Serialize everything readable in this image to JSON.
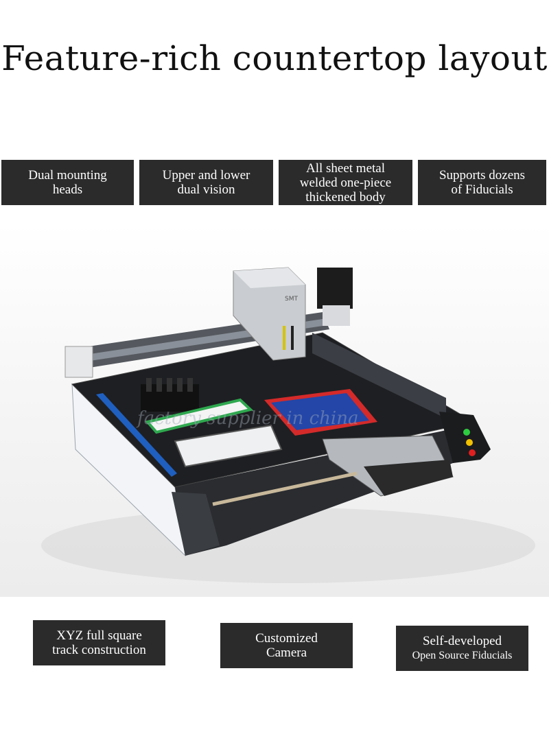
{
  "title": "Feature-rich countertop layout",
  "top_features": [
    {
      "line1": "Dual mounting",
      "line2": "heads"
    },
    {
      "line1": "Upper and lower",
      "line2": "dual vision"
    },
    {
      "line1": "All sheet metal",
      "line2": "welded one-piece",
      "line3": "thickened body"
    },
    {
      "line1": "Supports dozens",
      "line2": "of Fiducials"
    }
  ],
  "bottom_features": [
    {
      "line1": "XYZ full square",
      "line2": "track construction"
    },
    {
      "line1": "Customized",
      "line2": "Camera"
    },
    {
      "line1": "Self-developed",
      "line2": "Open Source Fiducials"
    }
  ],
  "machine": {
    "head_logo": "SMT",
    "watermark": "factory supplier in china"
  },
  "colors": {
    "badge_bg": "#2b2b2b",
    "badge_text": "#ffffff",
    "rail_blue": "#1f5fbf",
    "pcb_red": "#d42a2a",
    "pcb_blue": "#2346a8",
    "tray_green": "#2fa84f",
    "led_green": "#2ecc40",
    "led_yellow": "#f2c200",
    "led_red": "#e02020"
  }
}
